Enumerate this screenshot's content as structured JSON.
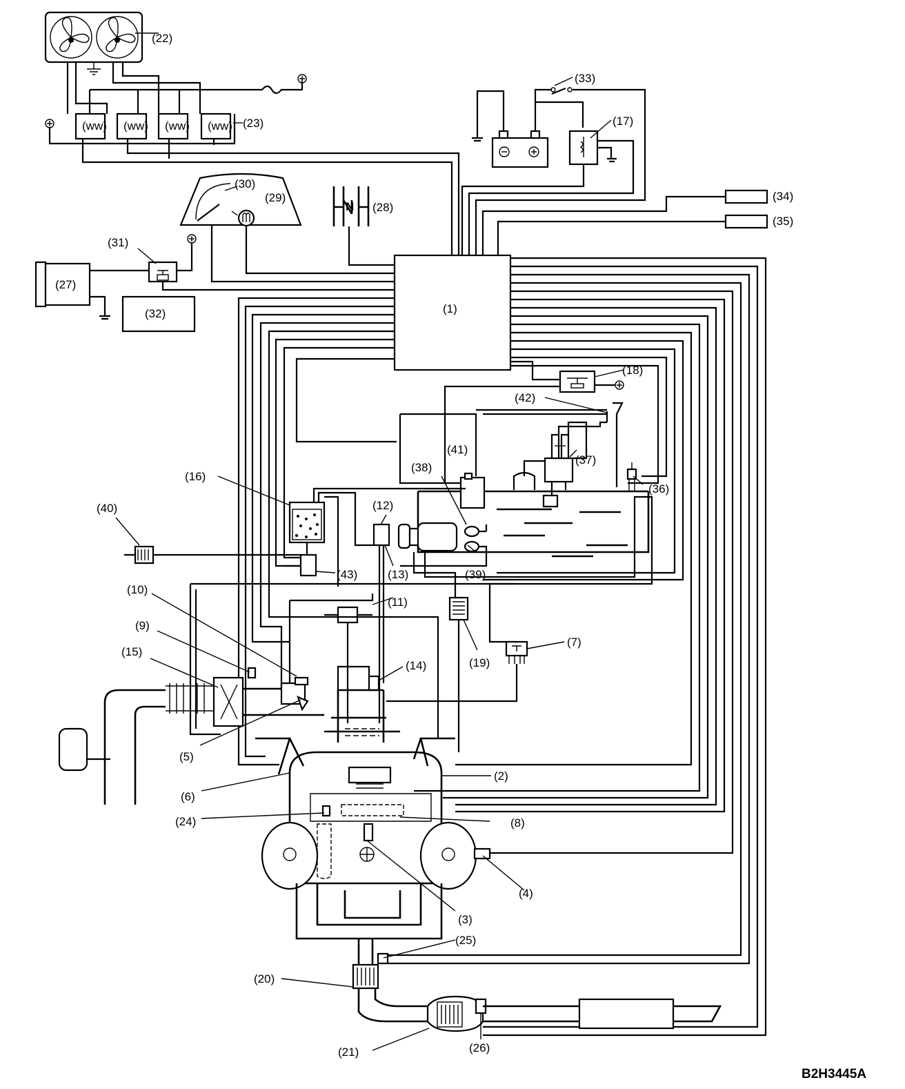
{
  "labels": {
    "l1": "(1)",
    "l2": "(2)",
    "l3": "(3)",
    "l4": "(4)",
    "l5": "(5)",
    "l6": "(6)",
    "l7": "(7)",
    "l8": "(8)",
    "l9": "(9)",
    "l10": "(10)",
    "l11": "(11)",
    "l12": "(12)",
    "l13": "(13)",
    "l14": "(14)",
    "l15": "(15)",
    "l16": "(16)",
    "l17": "(17)",
    "l18": "(18)",
    "l19": "(19)",
    "l20": "(20)",
    "l21": "(21)",
    "l22": "(22)",
    "l23": "(23)",
    "l24": "(24)",
    "l25": "(25)",
    "l26": "(26)",
    "l27": "(27)",
    "l28": "(28)",
    "l29": "(29)",
    "l30": "(30)",
    "l31": "(31)",
    "l32": "(32)",
    "l33": "(33)",
    "l34": "(34)",
    "l35": "(35)",
    "l36": "(36)",
    "l37": "(37)",
    "l38": "(38)",
    "l39": "(39)",
    "l40": "(40)",
    "l41": "(41)",
    "l42": "(42)",
    "l43": "(43)"
  },
  "figure_code": "B2H3445A"
}
